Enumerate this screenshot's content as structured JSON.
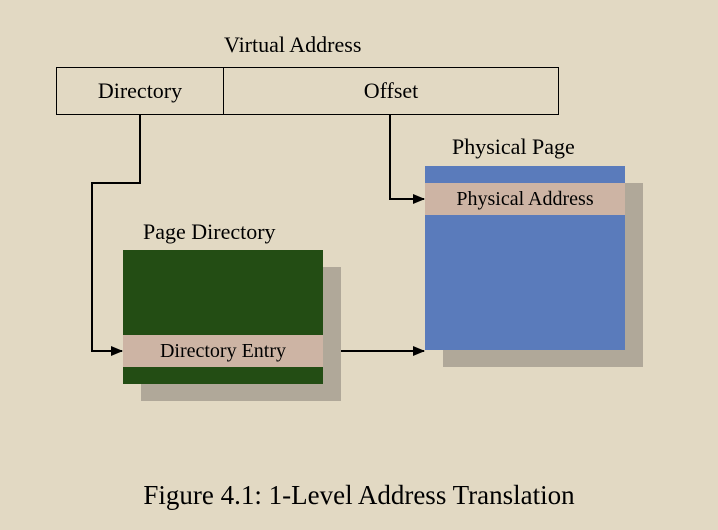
{
  "virtual_address": {
    "title": "Virtual Address",
    "directory_field": "Directory",
    "offset_field": "Offset"
  },
  "page_directory": {
    "title": "Page Directory",
    "entry_label": "Directory Entry",
    "color": "#234d14"
  },
  "physical_page": {
    "title": "Physical Page",
    "entry_label": "Physical Address",
    "color": "#5a7bbb"
  },
  "entry_color": "#cdb4a4",
  "shadow_color": "#b0a899",
  "background_color": "#e2d9c3",
  "caption": "Figure 4.1: 1-Level Address Translation"
}
